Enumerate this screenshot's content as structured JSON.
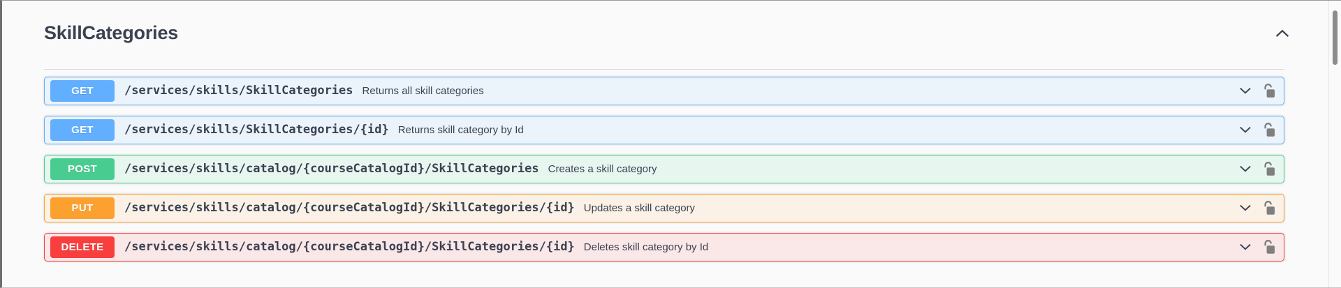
{
  "section": {
    "title": "SkillCategories",
    "toggle_icon": "chevron-up-icon",
    "expanded": true
  },
  "scrollbar": {
    "orientation": "vertical",
    "thumb_position": "top"
  },
  "icons": {
    "expand": "chevron-down-icon",
    "auth": "unlocked-padlock-icon"
  },
  "colors": {
    "get": "#61affe",
    "post": "#49cc90",
    "put": "#fca130",
    "delete": "#f93e3e",
    "get_bg": "#ebf3fb",
    "post_bg": "#e8f6f0",
    "put_bg": "#fbf1e6",
    "delete_bg": "#fae7e7",
    "title": "#3b4151"
  },
  "operations": [
    {
      "method": "GET",
      "method_class": "get",
      "path": "/services/skills/SkillCategories",
      "summary": "Returns all skill categories"
    },
    {
      "method": "GET",
      "method_class": "get",
      "path": "/services/skills/SkillCategories/{id}",
      "summary": "Returns skill category by Id"
    },
    {
      "method": "POST",
      "method_class": "post",
      "path": "/services/skills/catalog/{courseCatalogId}/SkillCategories",
      "summary": "Creates a skill category"
    },
    {
      "method": "PUT",
      "method_class": "put",
      "path": "/services/skills/catalog/{courseCatalogId}/SkillCategories/{id}",
      "summary": "Updates a skill category"
    },
    {
      "method": "DELETE",
      "method_class": "delete",
      "path": "/services/skills/catalog/{courseCatalogId}/SkillCategories/{id}",
      "summary": "Deletes skill category by Id"
    }
  ]
}
